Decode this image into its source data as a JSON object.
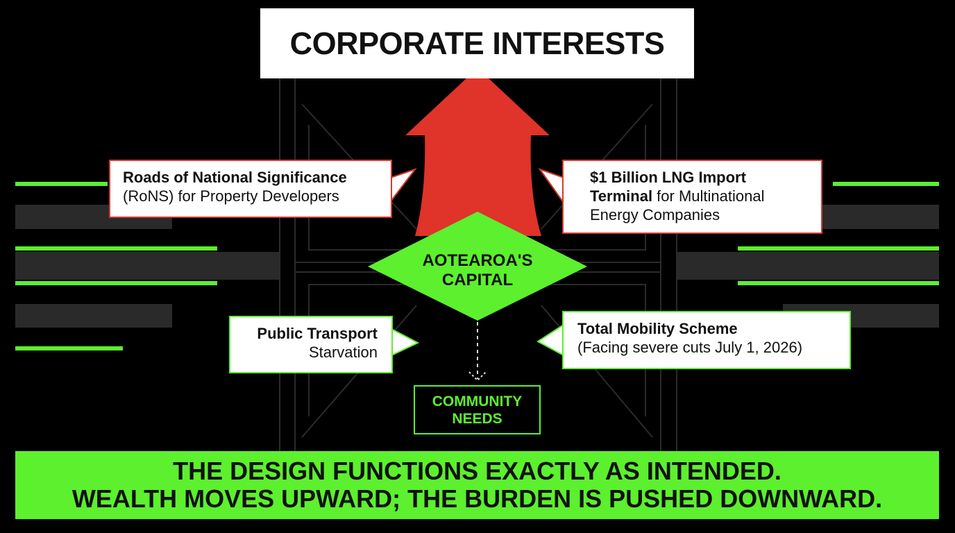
{
  "title": "CORPORATE INTERESTS",
  "center": {
    "line1": "AOTEAROA'S",
    "line2": "CAPITAL"
  },
  "callouts": {
    "top_left": {
      "bold1": "Roads of National Significance",
      "normal2": "(RoNS) for Property Developers"
    },
    "top_right": {
      "bold1": "$1 Billion LNG Import",
      "bold2": "Terminal",
      "normal2": " for Multinational",
      "normal3": "Energy Companies"
    },
    "bottom_left": {
      "bold1": "Public Transport",
      "normal2": "Starvation"
    },
    "bottom_right": {
      "bold1": "Total Mobility Scheme",
      "normal2": "(Facing severe cuts July 1, 2026)"
    }
  },
  "community": {
    "line1": "COMMUNITY",
    "line2": "NEEDS"
  },
  "banner": {
    "line1": "THE DESIGN FUNCTIONS EXACTLY AS INTENDED.",
    "line2": "WEALTH MOVES UPWARD; THE BURDEN IS PUSHED DOWNWARD."
  },
  "colors": {
    "green": "#5cf02e",
    "red": "#e0332a",
    "background": "#000000"
  }
}
